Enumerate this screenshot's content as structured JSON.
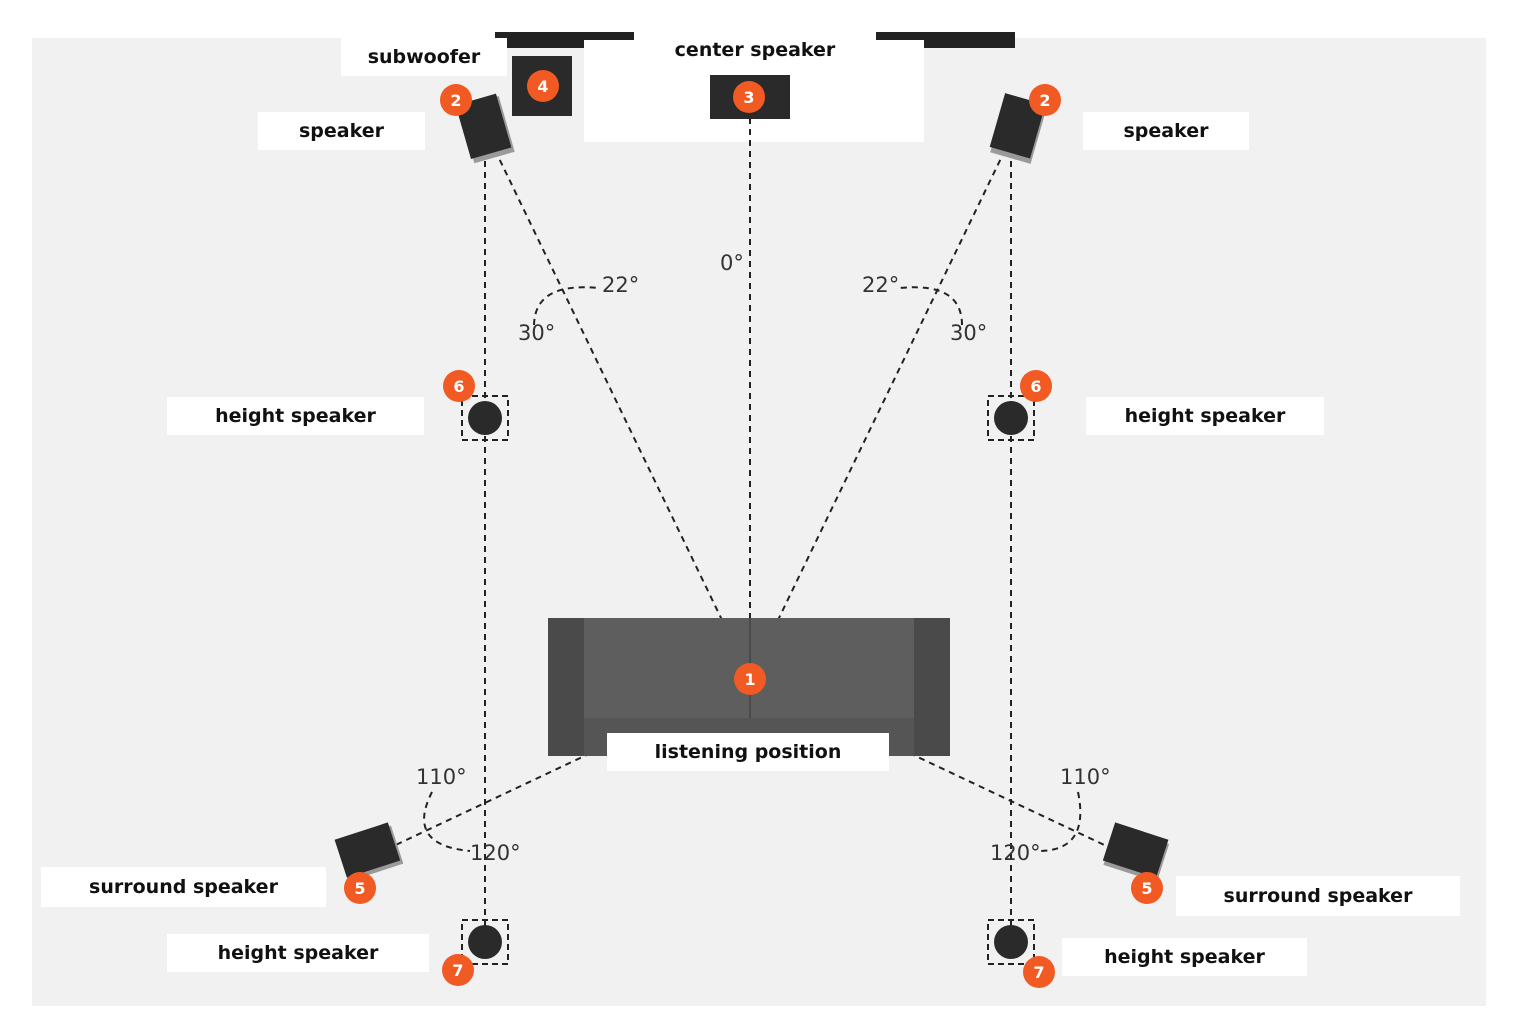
{
  "labels": {
    "subwoofer": "subwoofer",
    "center": "center speaker",
    "front_left": "speaker",
    "front_right": "speaker",
    "height_front_left": "height speaker",
    "height_front_right": "height speaker",
    "listening": "listening position",
    "surround_left": "surround speaker",
    "surround_right": "surround speaker",
    "height_rear_left": "height speaker",
    "height_rear_right": "height speaker"
  },
  "angles": {
    "center": "0°",
    "left_inner": "22°",
    "left_outer": "30°",
    "right_inner": "22°",
    "right_outer": "30°",
    "surround_left_inner": "110°",
    "surround_left_outer": "120°",
    "surround_right_inner": "110°",
    "surround_right_outer": "120°"
  },
  "badges": {
    "listening": "1",
    "front_left": "2",
    "front_right": "2",
    "center": "3",
    "subwoofer": "4",
    "surround_left": "5",
    "surround_right": "5",
    "height_front_left": "6",
    "height_front_right": "6",
    "height_rear_left": "7",
    "height_rear_right": "7"
  },
  "colors": {
    "badge": "#f15a22",
    "speaker": "#2a2a2a",
    "sofa": "#555555",
    "room": "#f1f1f1",
    "dashed_line": "#222222"
  }
}
